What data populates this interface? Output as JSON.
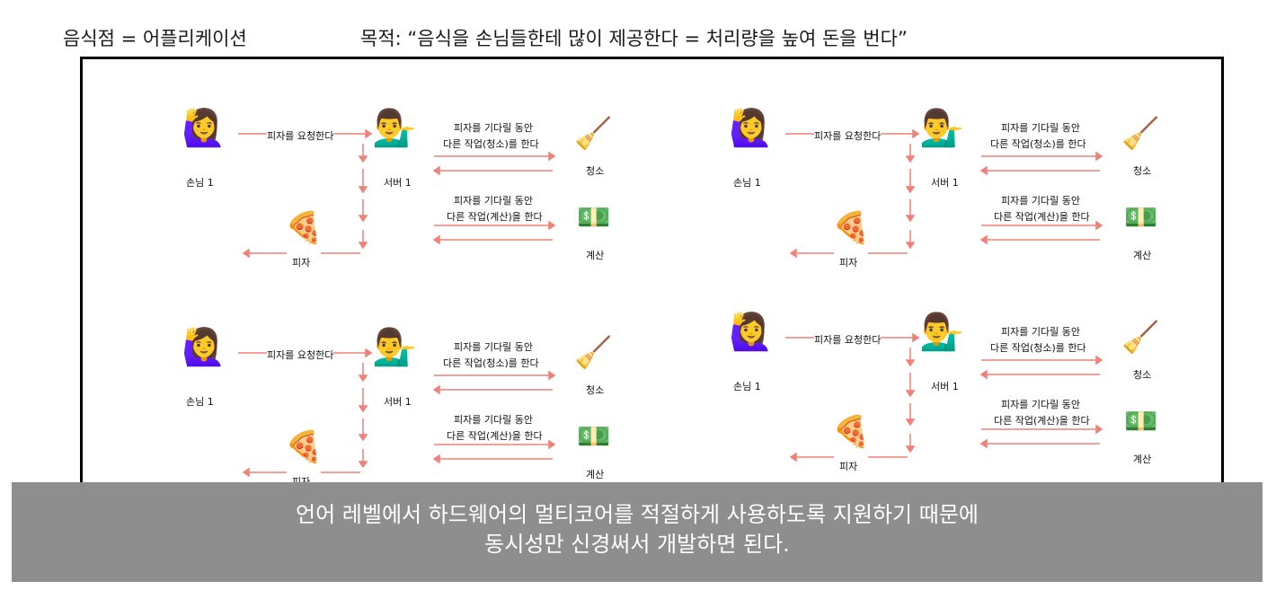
{
  "header": {
    "left": "음식점 = 어플리케이션",
    "right": "목적: “음식을 손님들한테 많이 제공한다 = 처리량을 높여 돈을 번다”"
  },
  "panels": [
    {
      "customer": "손님 1",
      "order": "피자를 요청한다",
      "server": "서버 1",
      "task1_line1": "피자를 기다릴 동안",
      "task1_line2": "다른 작업(청소)를 한다",
      "task1_name": "청소",
      "task2_line1": "피자를 기다릴 동안",
      "task2_line2": "다른 작업(계산)을 한다",
      "task2_name": "계산",
      "pizza": "피자"
    },
    {
      "customer": "손님 1",
      "order": "피자를 요청한다",
      "server": "서버 1",
      "task1_line1": "피자를 기다릴 동안",
      "task1_line2": "다른 작업(청소)를 한다",
      "task1_name": "청소",
      "task2_line1": "피자를 기다릴 동안",
      "task2_line2": "다른 작업(계산)을 한다",
      "task2_name": "계산",
      "pizza": "피자"
    },
    {
      "customer": "손님 1",
      "order": "피자를 요청한다",
      "server": "서버 1",
      "task1_line1": "피자를 기다릴 동안",
      "task1_line2": "다른 작업(청소)를 한다",
      "task1_name": "청소",
      "task2_line1": "피자를 기다릴 동안",
      "task2_line2": "다른 작업(계산)을 한다",
      "task2_name": "계산",
      "pizza": "피자"
    },
    {
      "customer": "손님 1",
      "order": "피자를 요청한다",
      "server": "서버 1",
      "task1_line1": "피자를 기다릴 동안",
      "task1_line2": "다른 작업(청소)를 한다",
      "task1_name": "청소",
      "task2_line1": "피자를 기다릴 동안",
      "task2_line2": "다른 작업(계산)을 한다",
      "task2_name": "계산",
      "pizza": "피자"
    }
  ],
  "caption": {
    "line1": "언어 레벨에서 하드웨어의 멀티코어를 적절하게 사용하도록 지원하기 때문에",
    "line2": "동시성만 신경써서 개발하면 된다."
  },
  "colors": {
    "arrow": "#f08078",
    "caption_bg": "#8e8e8e"
  },
  "icons": [
    "raising-hand-woman-icon",
    "tipping-hand-man-icon",
    "broom-icon",
    "money-icon",
    "pizza-icon"
  ]
}
